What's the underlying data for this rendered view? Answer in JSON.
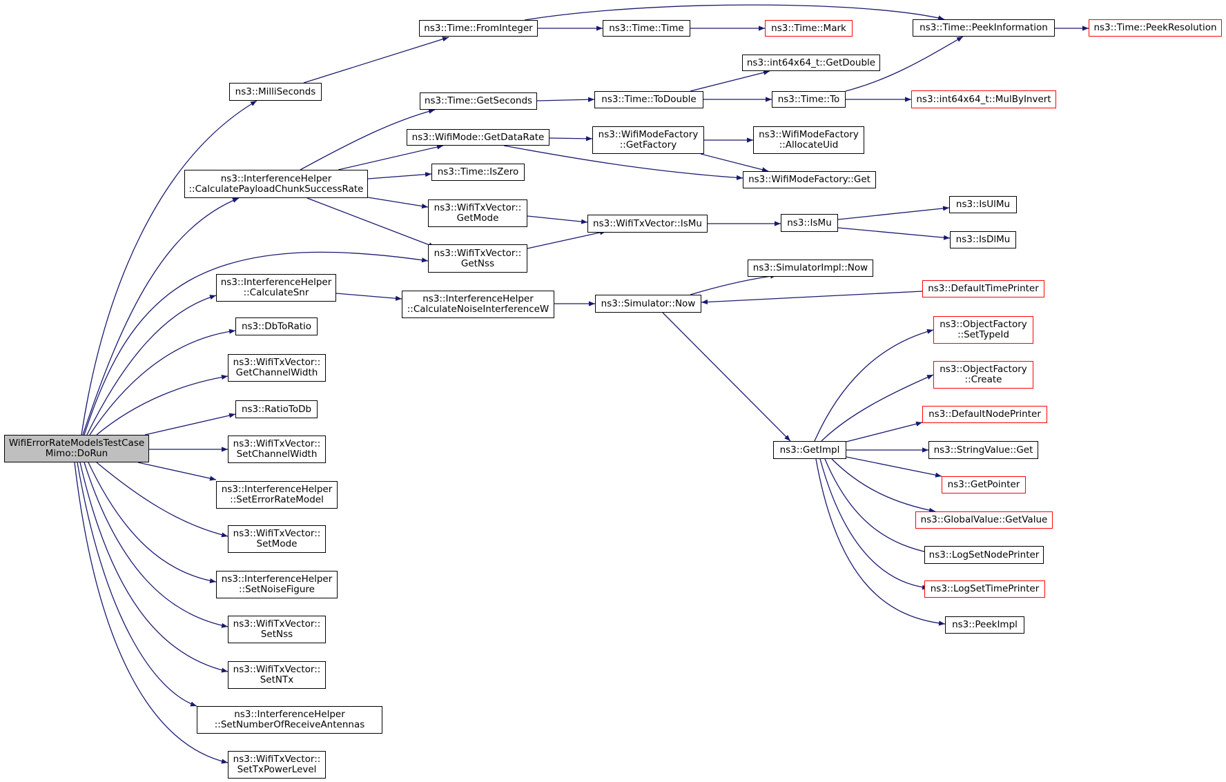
{
  "colors": {
    "edge": "#191970",
    "red_border": "#ff0000",
    "root_fill": "#bfbfbf"
  },
  "nodes": {
    "root": [
      "WifiErrorRateModelsTestCase",
      "Mimo::DoRun"
    ],
    "milli": [
      "ns3::MilliSeconds"
    ],
    "fromint": [
      "ns3::Time::FromInteger"
    ],
    "timetime": [
      "ns3::Time::Time"
    ],
    "mark": [
      "ns3::Time::Mark"
    ],
    "peekinfo": [
      "ns3::Time::PeekInformation"
    ],
    "peekres": [
      "ns3::Time::PeekResolution"
    ],
    "getdouble": [
      "ns3::int64x64_t::GetDouble"
    ],
    "getsec": [
      "ns3::Time::GetSeconds"
    ],
    "todouble": [
      "ns3::Time::ToDouble"
    ],
    "timeto": [
      "ns3::Time::To"
    ],
    "mulbyinv": [
      "ns3::int64x64_t::MulByInvert"
    ],
    "getdatarate": [
      "ns3::WifiMode::GetDataRate"
    ],
    "getfactory": [
      "ns3::WifiModeFactory",
      "::GetFactory"
    ],
    "allocuid": [
      "ns3::WifiModeFactory",
      "::AllocateUid"
    ],
    "wmfget": [
      "ns3::WifiModeFactory::Get"
    ],
    "iszero": [
      "ns3::Time::IsZero"
    ],
    "cpcsr": [
      "ns3::InterferenceHelper",
      "::CalculatePayloadChunkSuccessRate"
    ],
    "getmode": [
      "ns3::WifiTxVector::",
      "GetMode"
    ],
    "getnss": [
      "ns3::WifiTxVector::",
      "GetNss"
    ],
    "txismu": [
      "ns3::WifiTxVector::IsMu"
    ],
    "ismu": [
      "ns3::IsMu"
    ],
    "isulmu": [
      "ns3::IsUlMu"
    ],
    "isdlmu": [
      "ns3::IsDlMu"
    ],
    "calcsnr": [
      "ns3::InterferenceHelper",
      "::CalculateSnr"
    ],
    "calcniw": [
      "ns3::InterferenceHelper",
      "::CalculateNoiseInterferenceW"
    ],
    "simnow": [
      "ns3::Simulator::Now"
    ],
    "simimplnow": [
      "ns3::SimulatorImpl::Now"
    ],
    "deftime": [
      "ns3::DefaultTimePrinter"
    ],
    "settypeid": [
      "ns3::ObjectFactory",
      "::SetTypeId"
    ],
    "ofcreate": [
      "ns3::ObjectFactory",
      "::Create"
    ],
    "defnode": [
      "ns3::DefaultNodePrinter"
    ],
    "getimpl": [
      "ns3::GetImpl"
    ],
    "strget": [
      "ns3::StringValue::Get"
    ],
    "getptr": [
      "ns3::GetPointer"
    ],
    "gvget": [
      "ns3::GlobalValue::GetValue"
    ],
    "lognode": [
      "ns3::LogSetNodePrinter"
    ],
    "logtime": [
      "ns3::LogSetTimePrinter"
    ],
    "peekimpl": [
      "ns3::PeekImpl"
    ],
    "dbtoratio": [
      "ns3::DbToRatio"
    ],
    "getchw": [
      "ns3::WifiTxVector::",
      "GetChannelWidth"
    ],
    "ratiotodb": [
      "ns3::RatioToDb"
    ],
    "setchw": [
      "ns3::WifiTxVector::",
      "SetChannelWidth"
    ],
    "seterm": [
      "ns3::InterferenceHelper",
      "::SetErrorRateModel"
    ],
    "setmode": [
      "ns3::WifiTxVector::",
      "SetMode"
    ],
    "setnf": [
      "ns3::InterferenceHelper",
      "::SetNoiseFigure"
    ],
    "setnss": [
      "ns3::WifiTxVector::",
      "SetNss"
    ],
    "setntx": [
      "ns3::WifiTxVector::",
      "SetNTx"
    ],
    "setnra": [
      "ns3::InterferenceHelper",
      "::SetNumberOfReceiveAntennas"
    ],
    "settxpl": [
      "ns3::WifiTxVector::",
      "SetTxPowerLevel"
    ]
  }
}
